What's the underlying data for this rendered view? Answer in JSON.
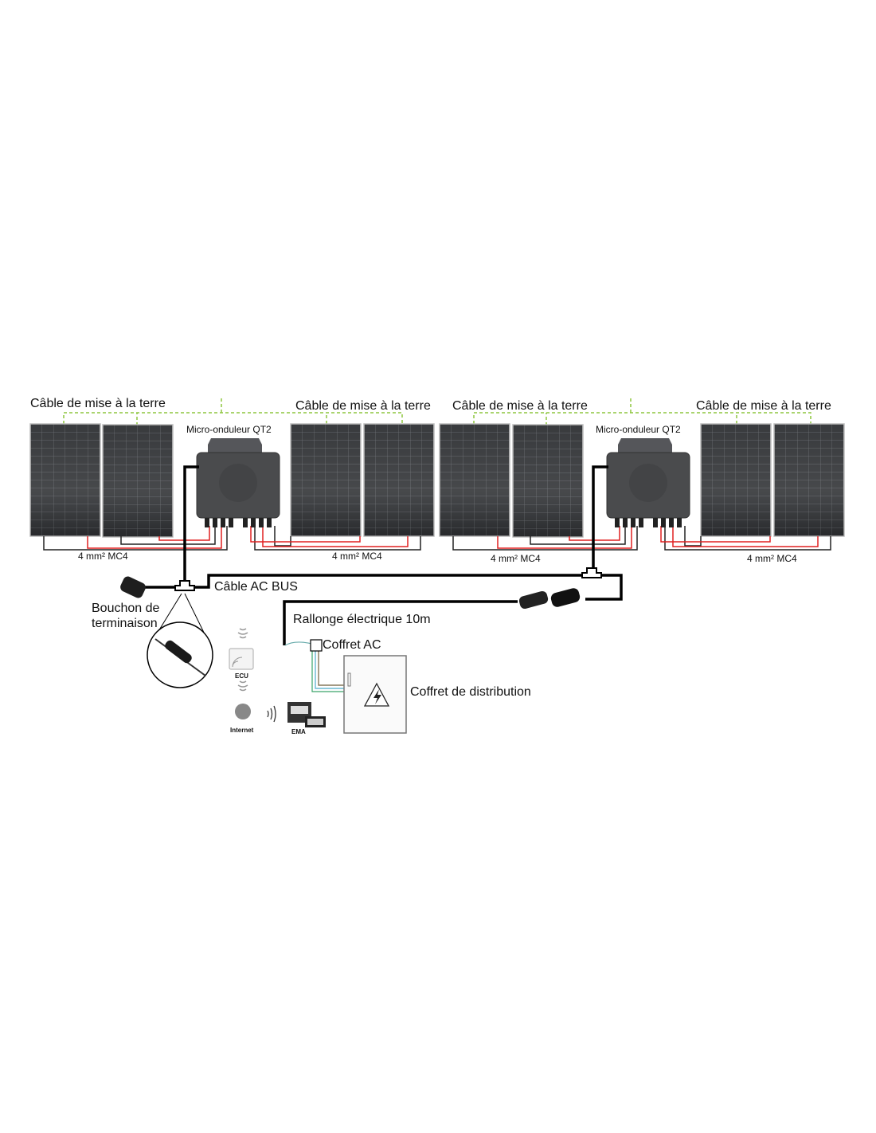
{
  "labels": {
    "ground_cable": "Câble de mise à la terre",
    "micro_inverter": "Micro-onduleur QT2",
    "dc_cable": "4 mm² MC4",
    "ac_bus": "Câble AC BUS",
    "end_cap_line1": "Bouchon de",
    "end_cap_line2": "terminaison",
    "extension": "Rallonge électrique 10m",
    "ac_box": "Coffret AC",
    "distribution_box": "Coffret de distribution",
    "ecu": "ECU",
    "internet": "Internet",
    "ema": "EMA"
  },
  "colors": {
    "panel": "#2b2d30",
    "inverter": "#4a4b4d",
    "ground_cable": "#8dc63f",
    "dc_positive": "#e02020",
    "dc_negative": "#222222",
    "ac_cable": "#000000"
  }
}
